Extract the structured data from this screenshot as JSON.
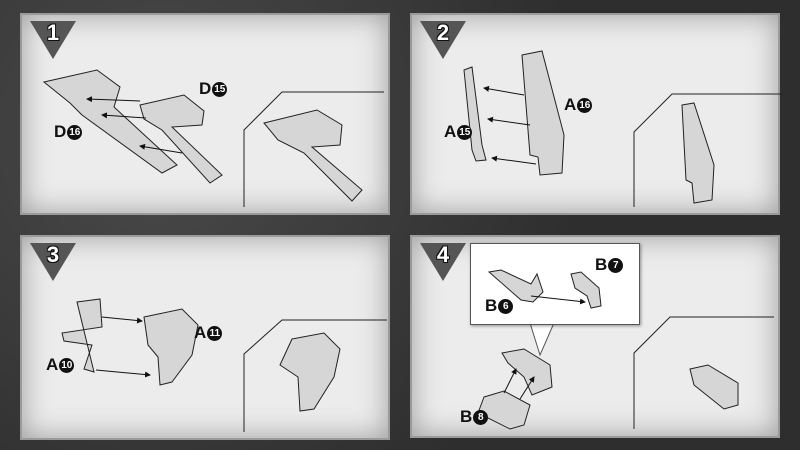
{
  "steps": [
    {
      "number": "1",
      "labels": [
        {
          "letter": "D",
          "num": "15"
        },
        {
          "letter": "D",
          "num": "16"
        }
      ]
    },
    {
      "number": "2",
      "labels": [
        {
          "letter": "A",
          "num": "16"
        },
        {
          "letter": "A",
          "num": "15"
        }
      ]
    },
    {
      "number": "3",
      "labels": [
        {
          "letter": "A",
          "num": "11"
        },
        {
          "letter": "A",
          "num": "10"
        }
      ]
    },
    {
      "number": "4",
      "labels": [
        {
          "letter": "B",
          "num": "7"
        },
        {
          "letter": "B",
          "num": "6"
        },
        {
          "letter": "B",
          "num": "8"
        }
      ]
    }
  ],
  "colors": {
    "panel": "#ececec",
    "background": "#333333",
    "part": "#d6d6d6",
    "badge": "#555555"
  }
}
